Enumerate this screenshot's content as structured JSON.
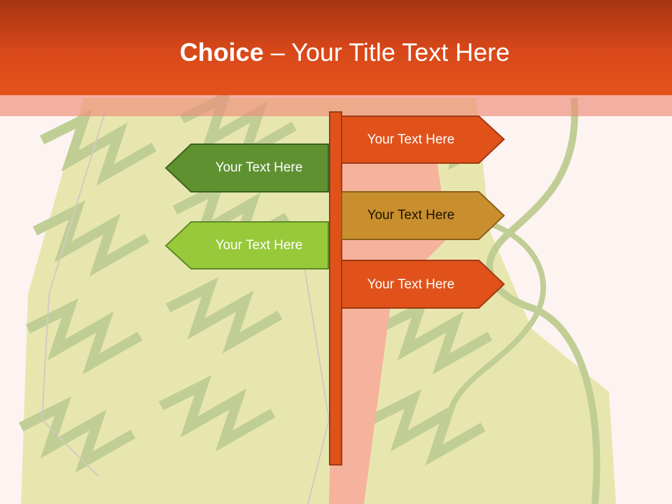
{
  "slide": {
    "title_bold": "Choice",
    "title_rest": " – Your Title Text Here"
  },
  "signs": [
    {
      "label": "Your Text Here",
      "direction": "right",
      "color": "#e0521a"
    },
    {
      "label": "Your Text Here",
      "direction": "left",
      "color": "#5f9131"
    },
    {
      "label": "Your Text Here",
      "direction": "right",
      "color": "#c98f2e"
    },
    {
      "label": "Your Text Here",
      "direction": "left",
      "color": "#97c93a"
    },
    {
      "label": "Your Text Here",
      "direction": "right",
      "color": "#e0521a"
    }
  ],
  "colors": {
    "header": "#d9481a",
    "post": "#e0521a",
    "background": "#fdf4f1"
  }
}
